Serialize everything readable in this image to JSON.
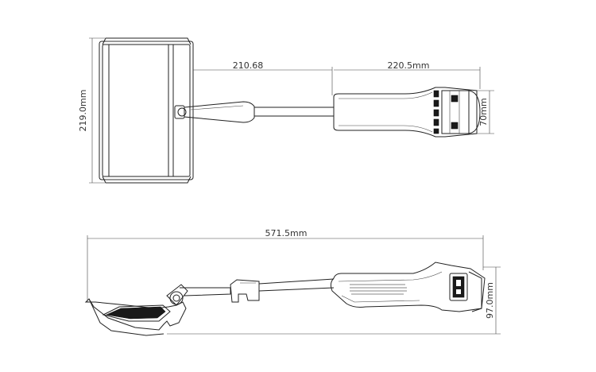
{
  "dimensions": {
    "head_height": "219.0mm",
    "shaft_length": "210.68",
    "handle_length": "220.5mm",
    "handle_diameter": "70mm",
    "overall_length": "571.5mm",
    "side_height": "97.0mm"
  },
  "colors": {
    "line": "#222222",
    "dimension_text": "#333333",
    "dark_fill": "#1a1a1a"
  }
}
